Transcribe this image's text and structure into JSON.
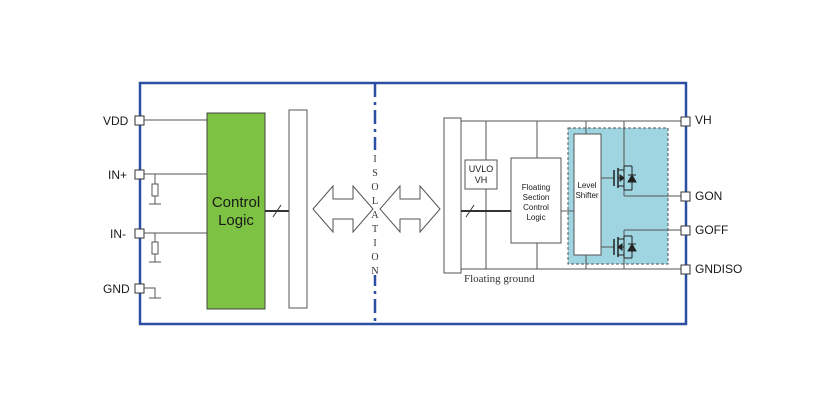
{
  "colors": {
    "border": "#2a4fa3",
    "control_logic_fill": "#7dc242",
    "level_shifter_region": "#9fd5e0",
    "isolation_text": "#2a4fa3"
  },
  "pins_left": {
    "vdd": "VDD",
    "in_plus": "IN+",
    "in_minus": "IN-",
    "gnd": "GND"
  },
  "pins_right": {
    "vh": "VH",
    "gon": "GON",
    "goff": "GOFF",
    "gndiso": "GNDISO"
  },
  "blocks": {
    "control_logic_line1": "Control",
    "control_logic_line2": "Logic",
    "uvlo_line1": "UVLO",
    "uvlo_line2": "VH",
    "floating_line1": "Floating",
    "floating_line2": "Section",
    "floating_line3": "Control",
    "floating_line4": "Logic",
    "level_line1": "Level",
    "level_line2": "Shifter"
  },
  "isolation_letters": [
    "I",
    "S",
    "O",
    "L",
    "A",
    "T",
    "I",
    "O",
    "N"
  ],
  "floating_ground_label": "Floating ground"
}
